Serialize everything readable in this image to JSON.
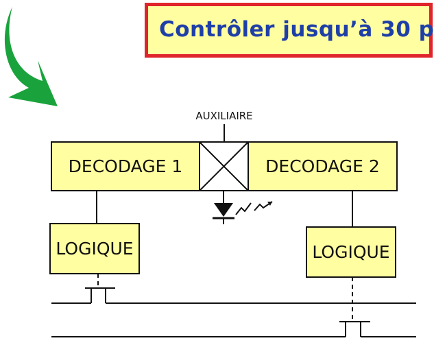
{
  "banner": {
    "text": "Contrôler jusqu’à 30 p",
    "border_color": "#e0242b",
    "background_color": "#fffea0",
    "text_color": "#1f3fa8"
  },
  "arrow": {
    "icon": "curved-arrow-down-right-icon",
    "color": "#1aa33c"
  },
  "diagram": {
    "auxiliary_label": "AUXILIAIRE",
    "decoder_1_label": "DECODAGE 1",
    "decoder_2_label": "DECODAGE 2",
    "logic_left_label": "LOGIQUE",
    "logic_right_label": "LOGIQUE",
    "auxiliary_symbol": "relay-cross-box-icon",
    "emitter_symbol": "infrared-led-icon",
    "box_fill": "#fffea0"
  }
}
